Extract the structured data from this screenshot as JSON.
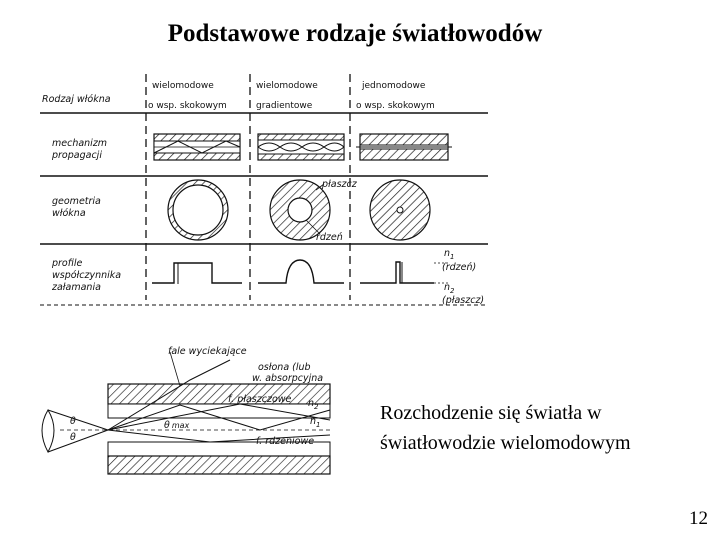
{
  "slide": {
    "title": "Podstawowe rodzaje światłowodów",
    "caption_line1": "Rozchodzenie się światła w",
    "caption_line2": "światłowodzie wielomodowym",
    "page_number": "12"
  },
  "figure1": {
    "row_labels": [
      "Rodzaj włókna",
      "mechanizm",
      "propagacji",
      "geometria",
      "włókna",
      "profile",
      "współczynnika",
      "załamania"
    ],
    "col1_line1": "wielomodowe",
    "col1_line2": "o wsp. skokowym",
    "col2_line1": "wielomodowe",
    "col2_line2": "gradientowe",
    "col3_line1": "jednomodowe",
    "col3_line2": "o wsp. skokowym",
    "label_plaszcz": "płaszcz",
    "label_rdzen": "rdzeń",
    "label_n1": "n",
    "label_n1_sub": "1",
    "label_n1_note": "(rdzeń)",
    "label_n2": "n",
    "label_n2_sub": "2",
    "label_n2_note": "(płaszcz)"
  },
  "figure2": {
    "label_fale": "fale wyciekające",
    "label_oslona1": "osłona (lub",
    "label_oslona2": "w. absorpcyjna",
    "label_plaszczowe": "f. płaszczowe",
    "label_rdzeniowe": "f. rdzeniowe",
    "label_n2": "n",
    "label_n2_sub": "2",
    "label_n1": "n",
    "label_n1_sub": "1",
    "label_theta": "θ",
    "label_max": "max",
    "label_theta_a": "θ"
  }
}
